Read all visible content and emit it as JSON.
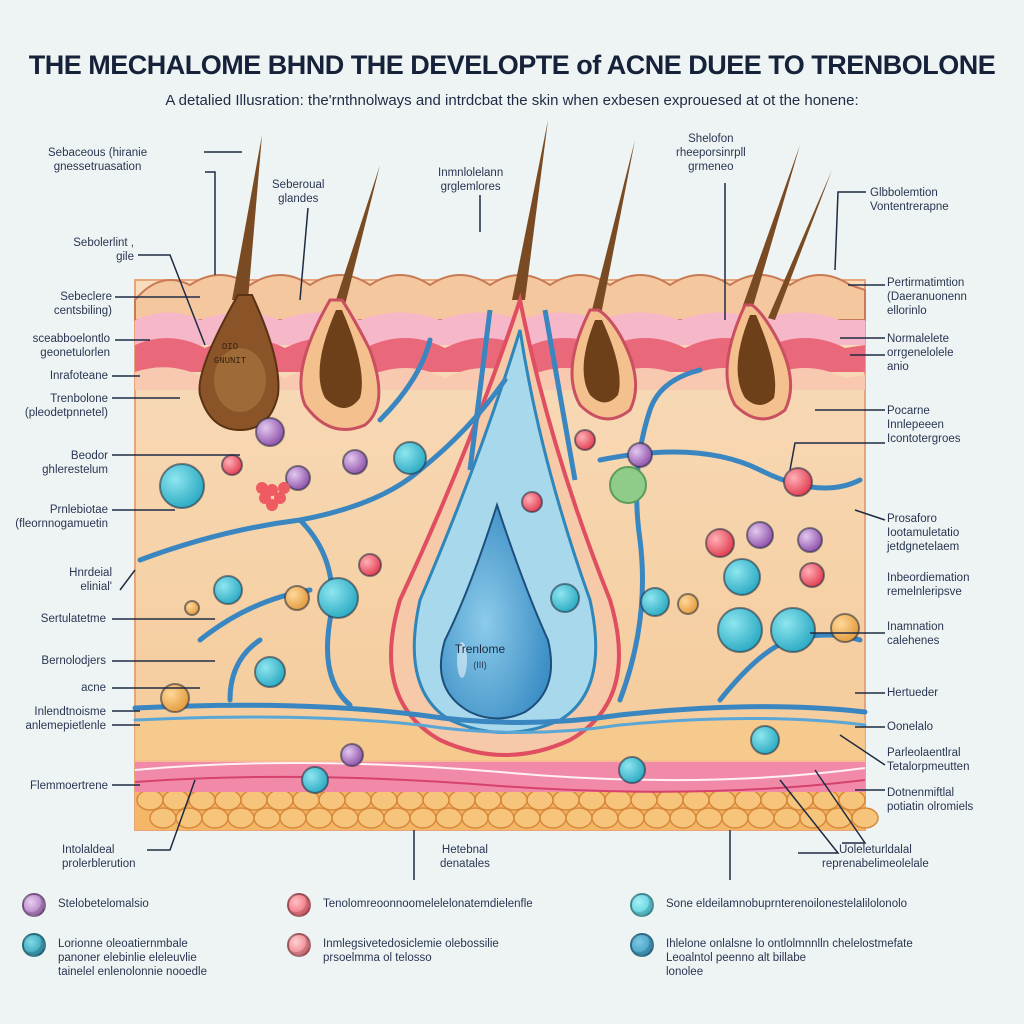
{
  "header": {
    "title": "THE MECHALOME BHND THE DEVELOPTE of ACNE DUEE TO TRENBOLONE",
    "subtitle": "A detalied Illusration: the'rnthnolways and intrdcbat the skin when exbesen exprouesed at ot the honene:"
  },
  "center": {
    "drop_label": "Trenlome",
    "drop_sublabel": "(III)",
    "bulb_label_1": "OIO",
    "bulb_label_2": "GNUNIT"
  },
  "labels_top": [
    {
      "id": "top-1",
      "text": "Sebaceous (hiranie\ngnessetruasation"
    },
    {
      "id": "top-2",
      "text": "Seberoual\nglandes"
    },
    {
      "id": "top-3",
      "text": "Inmnlolelann\ngrglemlores"
    },
    {
      "id": "top-4",
      "text": "Shelofon\nrheeporsinrpll\ngrmeneo"
    },
    {
      "id": "top-5",
      "text": "Glbbolemtion\nVontentrerapne"
    }
  ],
  "labels_left": [
    {
      "id": "left-1",
      "text": "Sebolerlint ,\ngile"
    },
    {
      "id": "left-2",
      "text": "Sebeclere\ncentsbiling)"
    },
    {
      "id": "left-3",
      "text": "sceabboelontlo\ngeonetulorlen"
    },
    {
      "id": "left-4",
      "text": "Inrafoteane"
    },
    {
      "id": "left-5",
      "text": "Trenbolone\n(pleodetpnnetel)"
    },
    {
      "id": "left-6",
      "text": "Beodor\nghlerestelum"
    },
    {
      "id": "left-7",
      "text": "Prnlebiotae\n(fleornnogamuetin"
    },
    {
      "id": "left-8",
      "text": "Hnrdeial\nelinial'"
    },
    {
      "id": "left-9",
      "text": "Sertulatetme"
    },
    {
      "id": "left-10",
      "text": "Bernolodjers"
    },
    {
      "id": "left-11",
      "text": "acne"
    },
    {
      "id": "left-12",
      "text": "Inlendtnoisme\nanlemepietlenle"
    },
    {
      "id": "left-13",
      "text": "Flemmoertrene"
    }
  ],
  "labels_right": [
    {
      "id": "right-1",
      "text": "Pertirmatimtion\n(Daeranuonenn\nellorinlo"
    },
    {
      "id": "right-2",
      "text": "Normalelete\norrgenelolele\nanio"
    },
    {
      "id": "right-3",
      "text": "Pocarne\nInnlepeeen\nIcontotergroes"
    },
    {
      "id": "right-4",
      "text": "Prosaforo\nIootamuletatio\njetdgnetelaem"
    },
    {
      "id": "right-5",
      "text": "Inbeordiemation\nremelnleripsve"
    },
    {
      "id": "right-6",
      "text": "Inamnation\ncalehenes"
    },
    {
      "id": "right-7",
      "text": "Hertueder"
    },
    {
      "id": "right-8",
      "text": "Oonelalo"
    },
    {
      "id": "right-9",
      "text": "Parleolaentlral\nTetalorpmeutten"
    },
    {
      "id": "right-10",
      "text": "Dotnenmiftlal\npotiatin olromiels"
    }
  ],
  "labels_bottom": [
    {
      "id": "bottom-1",
      "text": "Intolaldeal\nprolerblerution"
    },
    {
      "id": "bottom-2",
      "text": "Hetebnal\ndenatales"
    },
    {
      "id": "bottom-3",
      "text": "Uoleleturldalal\nreprenabelimeolelale"
    }
  ],
  "legend": [
    {
      "id": "legend-1",
      "icon": "purple-cell-icon",
      "color": "#9a5bb0",
      "text": "Stelobetelomalsio"
    },
    {
      "id": "legend-2",
      "icon": "red-cell-icon",
      "color": "#e8505f",
      "text": "Tenolomreoonnoomelelelonatemdielenfle"
    },
    {
      "id": "legend-3",
      "icon": "cyan-cell-icon",
      "color": "#3ec3d3",
      "text": "Sone eldeilamnobuprnterenoilonestelalilolonolo"
    },
    {
      "id": "legend-4",
      "icon": "teal-cell-icon",
      "color": "#1e8aa6",
      "text": "Lorionne oleoatiernmbale\npanoner elebinlie eleleuvlie\ntainelel enlenolonnie nooedle"
    },
    {
      "id": "legend-5",
      "icon": "pink-cell-icon",
      "color": "#e6606d",
      "text": "Inmlegsivetedosiclemie olebossilie\nprsoelmma ol telosso"
    },
    {
      "id": "legend-6",
      "icon": "blue-cell-icon",
      "color": "#2f8fb8",
      "text": "Ihlelone onlalsne lo ontlolmnnlln chelelostmefate\nLeoalntol peenno alt billabe\nlonolee"
    }
  ],
  "colors": {
    "background": "#eef4f3",
    "epidermis": "#f3c49c",
    "dermis": "#f7d9b6",
    "hair": "#7a4a22",
    "vessel_blue": "#3a86c0",
    "vessel_red": "#e04e62",
    "fat": "#f3b35e",
    "drop": "#5aa6d6"
  }
}
